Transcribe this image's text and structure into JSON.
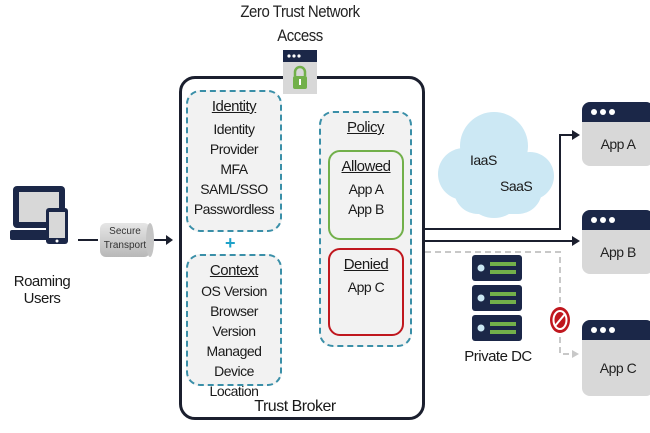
{
  "title": {
    "line1": "Zero Trust Network",
    "line2": "Access"
  },
  "users": {
    "label": "Roaming Users",
    "icon": "laptop-tablet-icon"
  },
  "transport": {
    "line1": "Secure",
    "line2": "Transport"
  },
  "broker": {
    "label": "Trust Broker",
    "identity": {
      "heading": "Identity",
      "items": [
        "Identity Provider",
        "MFA",
        "SAML/SSO",
        "Passwordless"
      ]
    },
    "plus": "+",
    "context": {
      "heading": "Context",
      "items": [
        "OS Version",
        "Browser Version",
        "Managed Device",
        "Location"
      ]
    },
    "policy": {
      "heading": "Policy",
      "allowed": {
        "heading": "Allowed",
        "items": [
          "App A",
          "App B"
        ]
      },
      "denied": {
        "heading": "Denied",
        "items": [
          "App C"
        ]
      }
    }
  },
  "cloud": {
    "items": [
      "IaaS",
      "SaaS"
    ]
  },
  "datacenter": {
    "label": "Private DC"
  },
  "apps": [
    {
      "label": "App A"
    },
    {
      "label": "App B"
    },
    {
      "label": "App C"
    }
  ],
  "colors": {
    "navy": "#1b2748",
    "teal": "#1ea2c9",
    "green": "#72b04a",
    "red": "#c0171e",
    "cloud": "#cce8f4"
  }
}
